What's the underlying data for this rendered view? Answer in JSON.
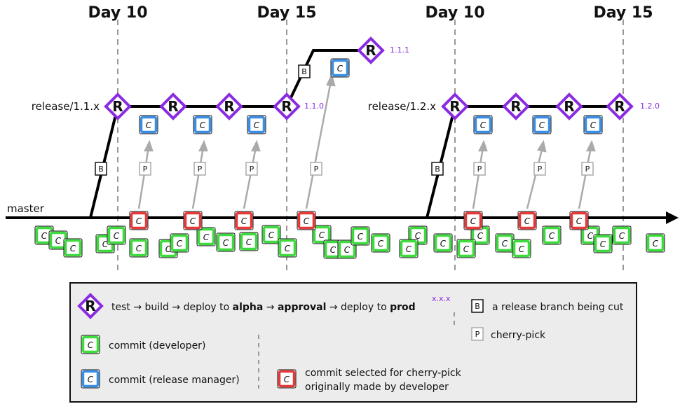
{
  "day_labels": [
    "Day 10",
    "Day 15",
    "Day 10",
    "Day 15"
  ],
  "master_label": "master",
  "branch_labels": [
    "release/1.1.x",
    "release/1.2.x"
  ],
  "version_labels": [
    "1.1.1",
    "1.1.0",
    "1.2.0"
  ],
  "glyphs": {
    "release": "R",
    "commit": "C",
    "branch": "B",
    "pick": "P"
  },
  "legend": {
    "pipe_1": "test → build → deploy to ",
    "alpha": "alpha",
    "arrow": " → ",
    "approval": "approval",
    "pipe_2": " → deploy to ",
    "prod": "prod",
    "version_super": "x.x.x",
    "branch_cut": "a release branch being cut",
    "cherry_pick": "cherry-pick",
    "commit_dev": "commit (developer)",
    "commit_rm": "commit (release manager)",
    "commit_selected_1": "commit selected for cherry-pick",
    "commit_selected_2": "originally made by developer"
  },
  "colors": {
    "release": "#8a2be2",
    "commit_dev": "#3ddc3d",
    "commit_rm": "#3a8ee6",
    "commit_selected": "#e63a3a",
    "pick": "#aaaaaa",
    "legend_bg": "#ececec"
  }
}
